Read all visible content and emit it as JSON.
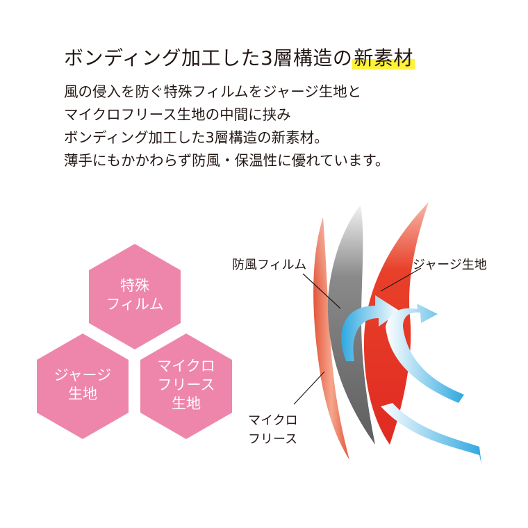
{
  "heading": {
    "prefix": "ボンディング加工した3層構造の",
    "highlight": "新素材"
  },
  "description": [
    "風の侵入を防ぐ特殊フィルムをジャージ生地と",
    "マイクロフリース生地の中間に挟み",
    "ボンディング加工した3層構造の新素材。",
    "薄手にもかかわらず防風・保温性に優れています。"
  ],
  "hexagons": [
    {
      "line1": "特殊",
      "line2": "フィルム"
    },
    {
      "line1": "ジャージ",
      "line2": "生地"
    },
    {
      "line1": "マイクロ",
      "line2": "フリース",
      "line3": "生地"
    }
  ],
  "diagram_labels": {
    "film": "防風フィルム",
    "jersey": "ジャージ生地",
    "fleece_line1": "マイクロ",
    "fleece_line2": "フリース"
  },
  "colors": {
    "hexagon_pink": "#ee86ab",
    "highlight_yellow": "#fff23a",
    "jersey_red": "#e8402a",
    "fleece_orange": "#ef7b5c",
    "film_gray": "#6e6e6e",
    "air_blue": "#2fa8e0"
  }
}
